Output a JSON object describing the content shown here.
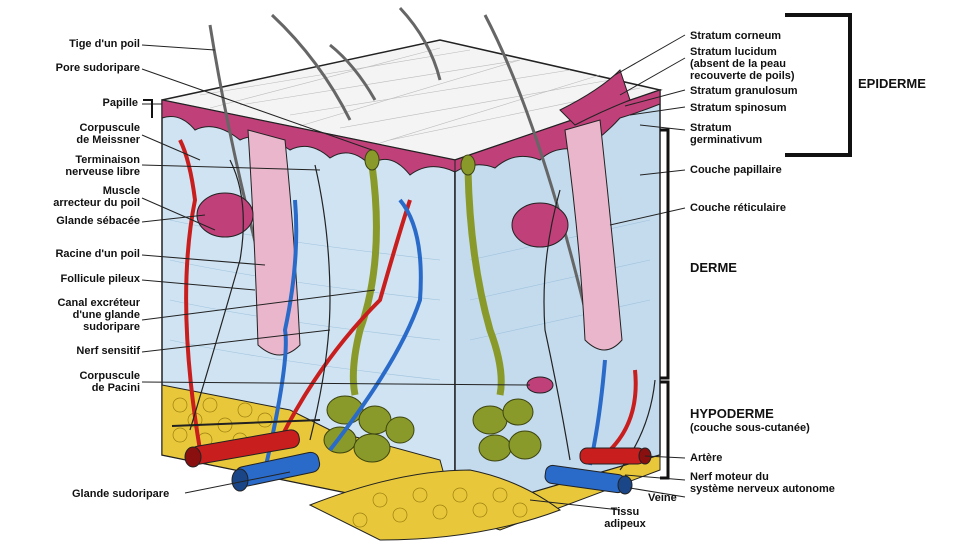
{
  "labels": {
    "left": {
      "tige_poil": "Tige d'un poil",
      "pore_sudoripare": "Pore sudoripare",
      "papille": "Papille",
      "corpuscule_meissner": "Corpuscule\nde Meissner",
      "terminaison_nerveuse": "Terminaison\nnerveuse libre",
      "muscle_arrecteur": "Muscle\narrecteur du poil",
      "glande_sebacee": "Glande sébacée",
      "racine_poil": "Racine d'un poil",
      "follicule_pileux": "Follicule pileux",
      "canal_excreteur": "Canal excréteur\nd'une glande\nsudoripare",
      "nerf_sensitif": "Nerf sensitif",
      "corpuscule_pacini": "Corpuscule\nde Pacini"
    },
    "right": {
      "stratum_corneum": "Stratum corneum",
      "stratum_lucidum": "Stratum lucidum\n(absent de la peau\nrecouverte de poils)",
      "stratum_granulosum": "Stratum granulosum",
      "stratum_spinosum": "Stratum spinosum",
      "stratum_germinativum": "Stratum\ngerminativum",
      "couche_papillaire": "Couche papillaire",
      "couche_reticulaire": "Couche réticulaire",
      "artere": "Artère",
      "nerf_moteur": "Nerf moteur du\nsystème nerveux autonome",
      "veine": "Veine"
    },
    "bottom": {
      "glande_sudoripare": "Glande sudoripare",
      "tissu_adipeux": "Tissu\nadipeux"
    },
    "regions": {
      "epiderme": "EPIDERME",
      "derme": "DERME",
      "hypoderme": "HYPODERME",
      "hypoderme_sub": "(couche sous-cutanée)"
    }
  },
  "colors": {
    "derme": "#cfe3f2",
    "epidermis_pink": "#c0407a",
    "fat": "#e8c83a",
    "gland": "#8a9a2a",
    "artery": "#c81e1e",
    "vein": "#2a6ac8",
    "outline": "#222222"
  }
}
